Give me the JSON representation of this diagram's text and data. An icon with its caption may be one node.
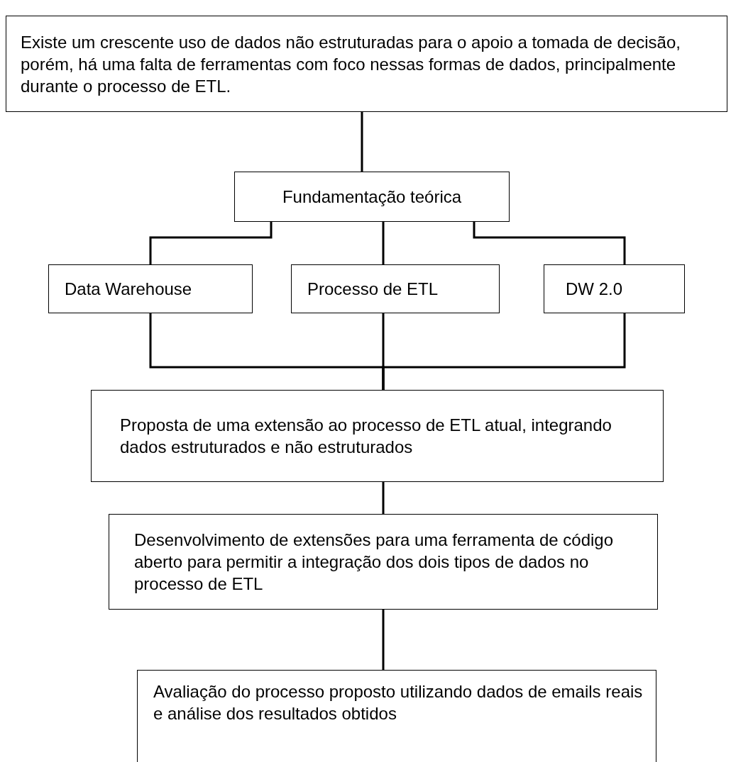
{
  "diagram": {
    "nodes": [
      {
        "text": [
          "Existe um crescente uso de dados não estruturadas para o apoio a tomada de decisão, porém, há uma falta de ferramentas com foco nessas formas de dados, principalmente durante o processo de ETL."
        ]
      },
      {
        "text": [
          "Fundamentação teórica"
        ]
      },
      {
        "text": [
          "Data Warehouse"
        ]
      },
      {
        "text": [
          "Processo de ETL"
        ]
      },
      {
        "text": [
          "DW 2.0"
        ]
      },
      {
        "text": [
          "Proposta de uma extensão ao processo de ETL atual, integrando dados estruturados e não estruturados"
        ]
      },
      {
        "text": [
          "Desenvolvimento de extensões para uma ferramenta de código aberto para permitir a integração dos dois tipos de dados no processo de ETL"
        ]
      },
      {
        "text": [
          "Avaliação do processo proposto utilizando dados de emails reais e análise dos resultados obtidos"
        ]
      }
    ],
    "edges": [
      {
        "from": 0,
        "to": 1,
        "arrow": "none"
      },
      {
        "from": 1,
        "to": 2,
        "arrow": "none"
      },
      {
        "from": 1,
        "to": 3,
        "arrow": "none"
      },
      {
        "from": 1,
        "to": 4,
        "arrow": "none"
      },
      {
        "from": 2,
        "to": 5,
        "arrow": "none"
      },
      {
        "from": 3,
        "to": 5,
        "arrow": "none"
      },
      {
        "from": 4,
        "to": 5,
        "arrow": "none"
      },
      {
        "from": 5,
        "to": 6,
        "arrow": "none"
      },
      {
        "from": 6,
        "to": 7,
        "arrow": "none"
      }
    ]
  }
}
